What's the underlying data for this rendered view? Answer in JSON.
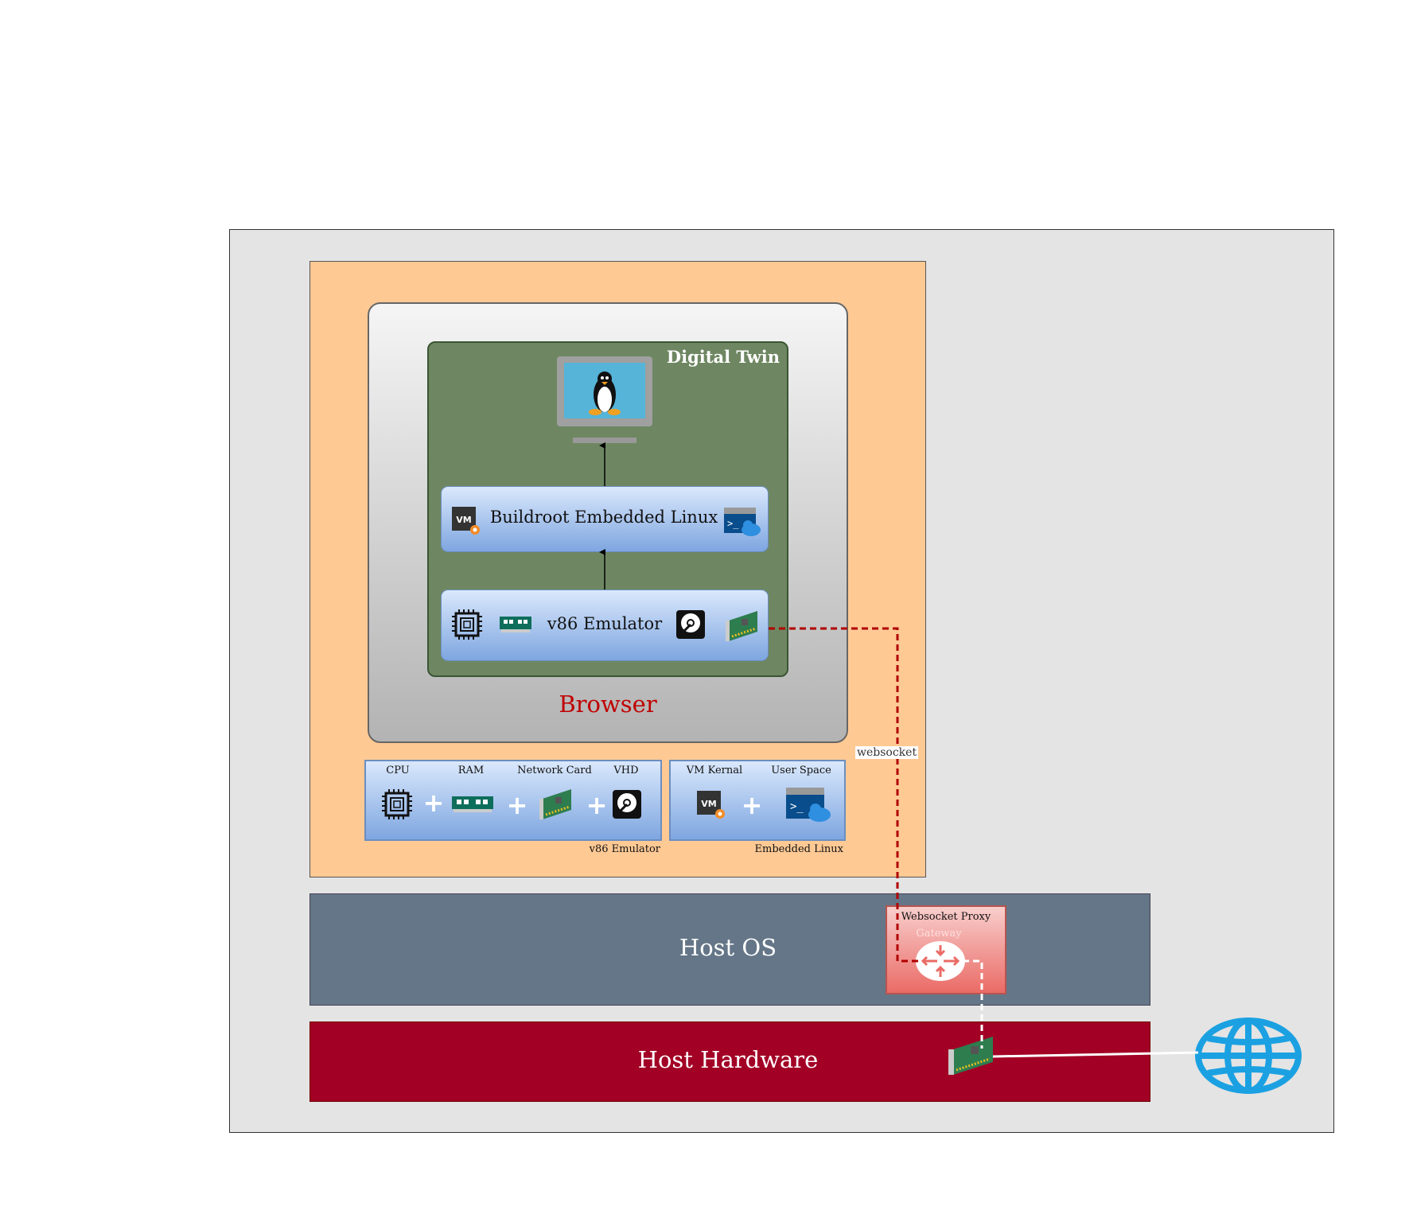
{
  "browser": {
    "label": "Browser"
  },
  "digital_twin": {
    "label": "Digital Twin"
  },
  "buildroot": {
    "label": "Buildroot Embedded Linux"
  },
  "v86": {
    "label": "v86 Emulator"
  },
  "components": {
    "cpu": "CPU",
    "ram": "RAM",
    "network_card": "Network Card",
    "vhd": "VHD",
    "group_label": "v86 Emulator",
    "plus": "+"
  },
  "kernel": {
    "vm_kernal": "VM Kernal",
    "user_space": "User Space",
    "group_label": "Embedded Linux"
  },
  "websocket": {
    "label": "websocket"
  },
  "proxy": {
    "title": "Websocket Proxy",
    "subtitle": "Gateway"
  },
  "host_os": {
    "label": "Host OS"
  },
  "host_hardware": {
    "label": "Host Hardware"
  },
  "colors": {
    "browser_label": "#c00000",
    "websocket_link": "#b00000",
    "host_hardware": "#a20025",
    "host_os": "#647687",
    "globe": "#1ba1e2"
  }
}
